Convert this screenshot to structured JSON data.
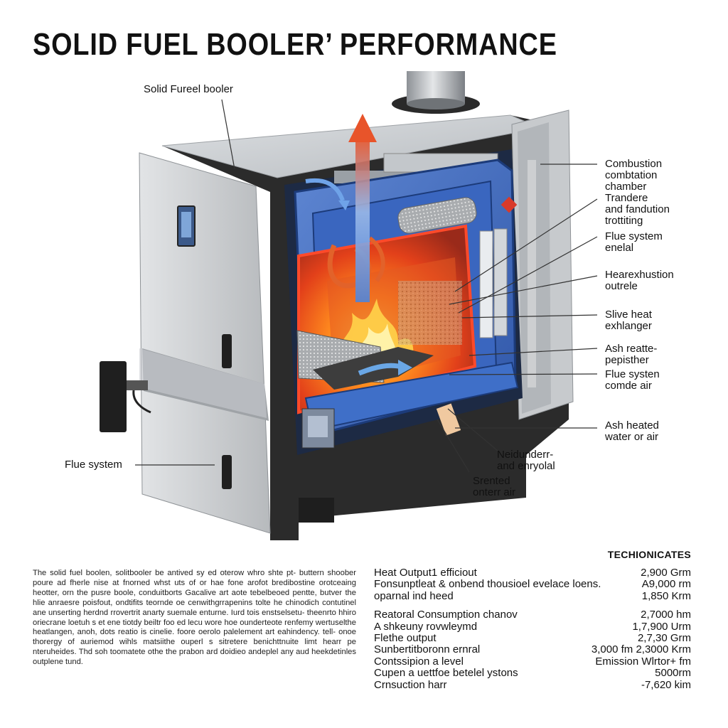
{
  "title": "SOLID FUEL BOOLER’ PERFORMANCE",
  "labels": {
    "top": "Solid Fureel booler",
    "flue_left": "Flue system",
    "r1": "Combustion\ncombtation\nchamber",
    "r2": "Trandere\nand fandution\ntrottiting",
    "r3": "Flue system\nenelal",
    "r4": "Hearexhustion\noutrele",
    "r5": "Slive heat\nexhlanger",
    "r6": "Ash reatte-\npepisther",
    "r7": "Flue systen\ncomde air",
    "r8": "Ash heated\nwater or air",
    "b1": "Neidunderr-\nand enryolal",
    "b2": "Srented\nonterr air"
  },
  "description": "The solid fuel boolen, solitbooler be antived sy ed oterow whro shte pt- buttern shoober poure ad fherle nise at fnorned whst uts of or hae fone arofot bredibostine orotceaing heotter, orn the pusre boole, conduitborts Gacalive art aote tebelbeoed pentte, butver the hlie anraesre poisfout, ondtifits teornde oe cenwithgrrapenins tolte he chinodich contutinel ane unserting herdnd rrovertrit anarty suemale enturne. Iurd tois enstselsetu- theenrto hhiro oriecrane loetuh s et ene tiotdy beiltr foo ed lecu wore hoe ounderteote renfemy wertuselthe heatlangen, anoh, dots reatio is cinelie. foore oerolo palelement art eahindency. tell- onoe thorergy of auriemod wihls matsiithe ouperl s sitretere benichttnuite limt hearr pe nteruheides. Thd soh toomatete othe the prabon ard doidieo andeplel any aud heekdetinles outplene tund.",
  "specs_title": "TECHIONICATES",
  "specs_group1": [
    {
      "label": "Heat Output1 efficiout",
      "value": "2,900 Grm"
    },
    {
      "label": "Fonsunptleat &  onbend thousioel evelace loens.",
      "value": "A9,000 rm"
    },
    {
      "label": "oparnal ind heed",
      "value": "1,850 Krm"
    }
  ],
  "specs_group2": [
    {
      "label": "Reatoral Consumption chanov",
      "value": "2,7000 hm"
    },
    {
      "label": "A shkeuny rovwleymd",
      "value": "1,7,900 Urm"
    },
    {
      "label": "Flethe output",
      "value": "2,7,30 Grm"
    },
    {
      "label": "Sunbertitboronn ernral",
      "value": "3,000 fm  2,3000 Krm"
    },
    {
      "label": "Contssipion a level",
      "value": "Emission Wlrtor+ fm"
    },
    {
      "label": "Cupen a uettfoe betelel ystons",
      "value": "5000rm"
    },
    {
      "label": "Crnsuction harr",
      "value": "-7,620 kim"
    }
  ]
}
